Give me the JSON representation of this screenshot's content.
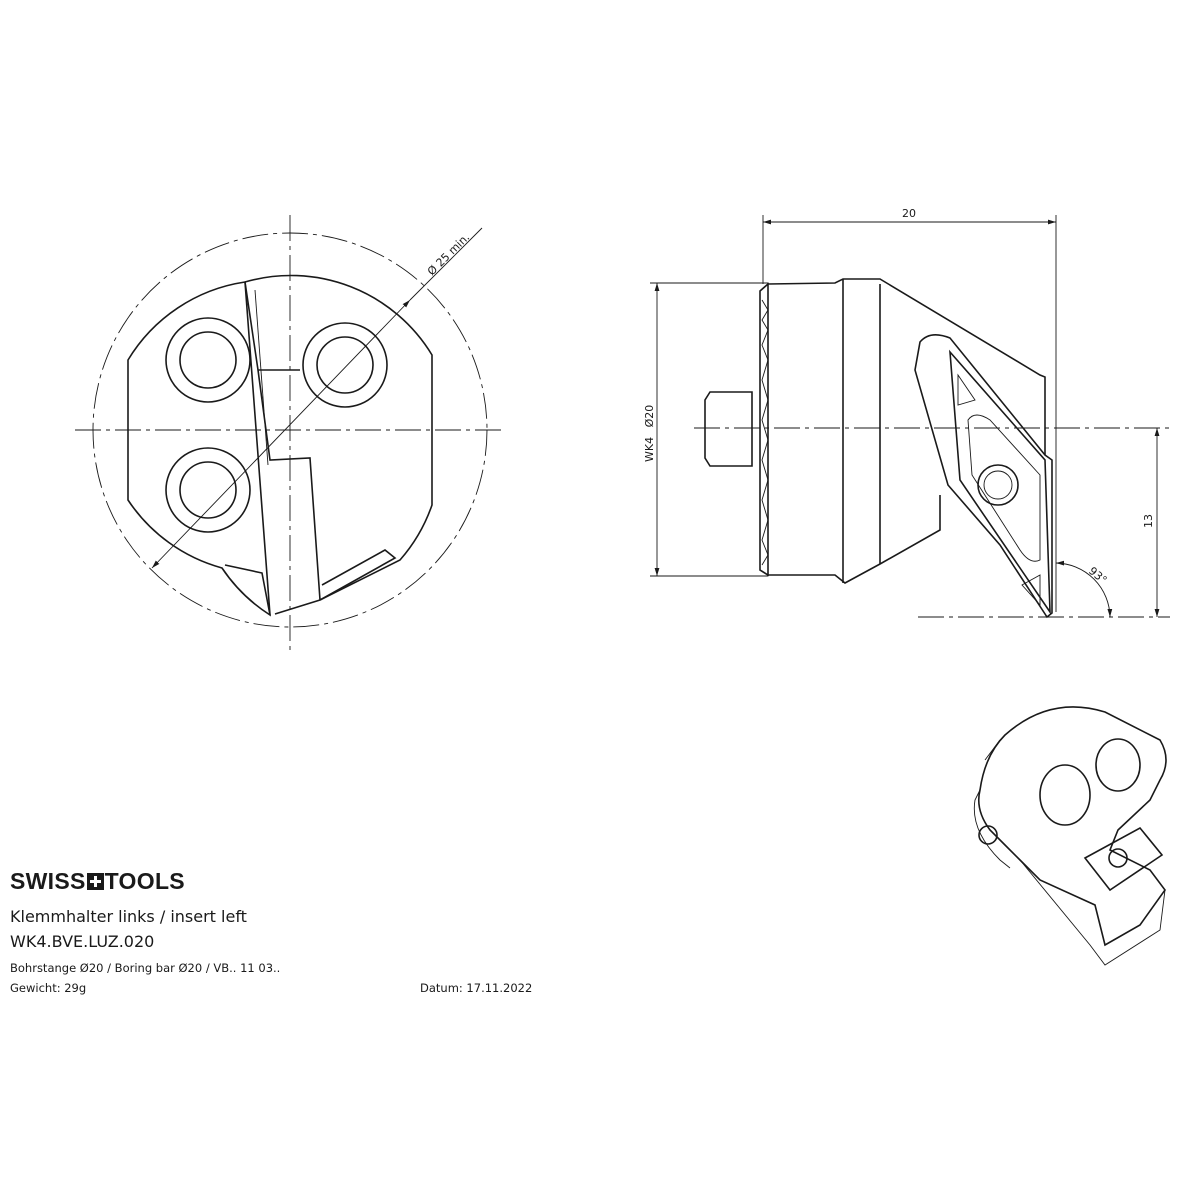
{
  "title_block": {
    "logo": "SWISS TOOLS",
    "logo_left": "SWISS",
    "logo_right": "TOOLS",
    "description": "Klemmhalter links / insert left",
    "article_number": "WK4.BVE.LUZ.020",
    "application": "Bohrstange Ø20 / Boring bar Ø20 / VB.. 11 03..",
    "weight": "Gewicht: 29g",
    "date": "Datum: 17.11.2022"
  },
  "front_view": {
    "dimension_diameter": "Ø 25 min."
  },
  "side_view": {
    "dimension_length": "20",
    "dimension_diameter_prefix": "WK4",
    "dimension_diameter": "Ø20",
    "dimension_height": "13",
    "dimension_angle": "93°"
  }
}
